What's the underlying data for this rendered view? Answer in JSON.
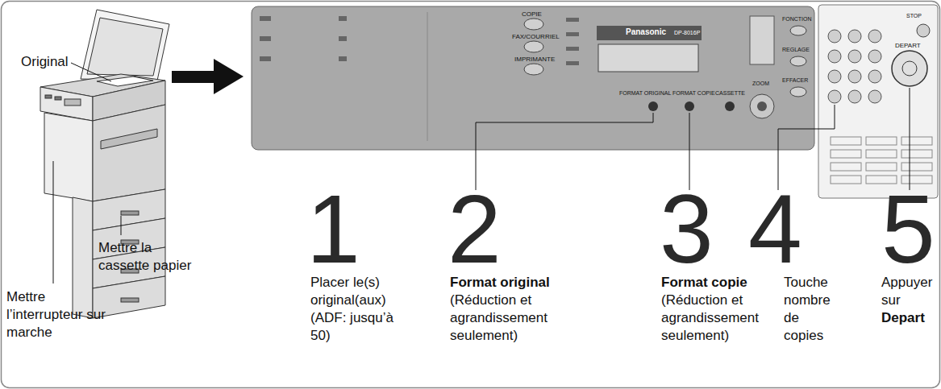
{
  "diagram": {
    "labels": [
      "Original",
      "Mettre la cassette papier",
      "Mettre l’interrupteur sur marche",
      "1",
      "Placer le(s) original(aux) (ADF: jusqu’à 50)",
      "2",
      "Format original",
      "(Réduction et agrandissement seulement)",
      "3",
      "Format copie",
      "(Réduction et agrandissement seulement)",
      "4",
      "Touche nombre de copies",
      "5",
      "Appuyer sur",
      "Depart",
      "Panasonic",
      "DP-8016P",
      "COPIE",
      "FAX/COURRIEL",
      "IMPRIMANTE",
      "FORMAT ORIGINAL",
      "FORMAT COPIE",
      "CASSETTE",
      "ZOOM",
      "FONCTION",
      "REGLAGE",
      "EFFACER",
      "DEPART",
      "STOP"
    ]
  }
}
